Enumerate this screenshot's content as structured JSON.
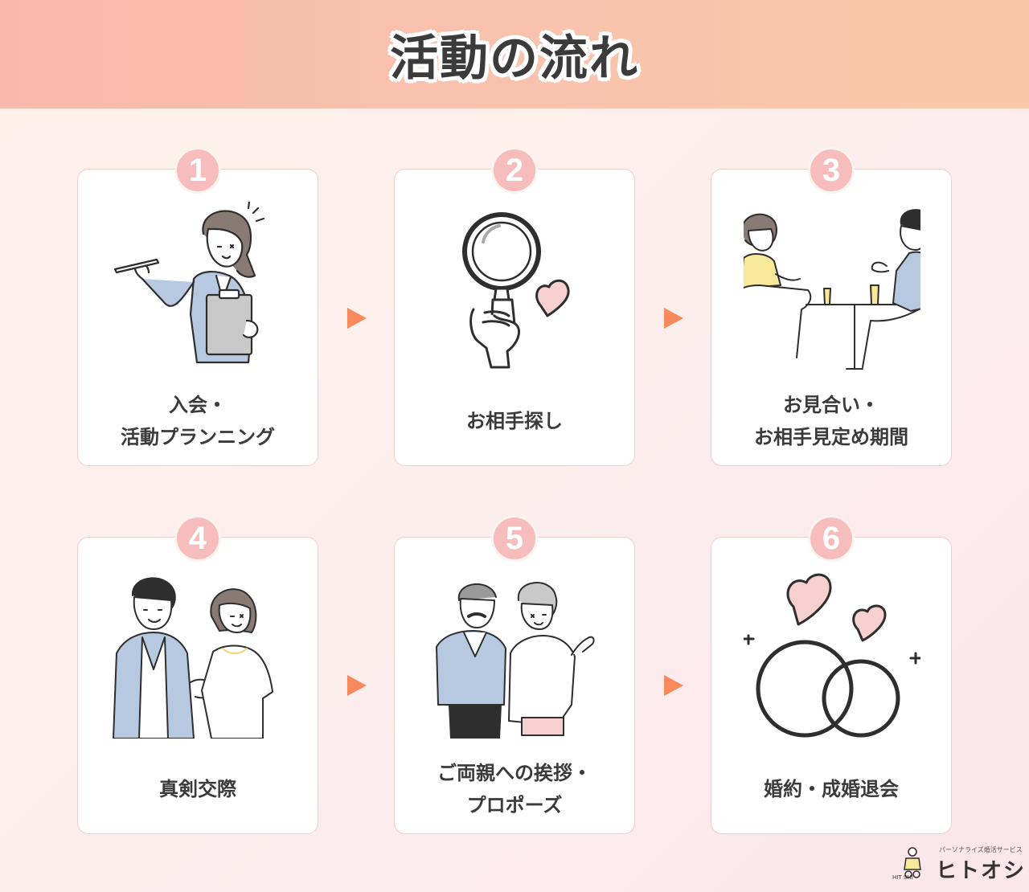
{
  "header": {
    "title": "活動の流れ"
  },
  "steps": [
    {
      "number": "1",
      "line1": "入会・",
      "line2": "活動プランニング"
    },
    {
      "number": "2",
      "line1": "お相手探し",
      "line2": ""
    },
    {
      "number": "3",
      "line1": "お見合い・",
      "line2": "お相手見定め期間"
    },
    {
      "number": "4",
      "line1": "真剣交際",
      "line2": ""
    },
    {
      "number": "5",
      "line1": "ご両親への挨拶・",
      "line2": "プロポーズ"
    },
    {
      "number": "6",
      "line1": "婚約・成婚退会",
      "line2": ""
    }
  ],
  "colors": {
    "badge": "#f7bcbc",
    "arrow": "#f78a5c",
    "card_border": "#f3cfc9",
    "header_left": "#f7b9ad",
    "header_right": "#fac8a6",
    "accent_blue": "#b7c9e0",
    "accent_pink": "#f6d0cf",
    "accent_yellow": "#f7e89a"
  },
  "logo": {
    "tagline": "パーソナライズ婚活サービス",
    "name": "ヒトオシ",
    "mark_text": "HIT  SHI"
  }
}
